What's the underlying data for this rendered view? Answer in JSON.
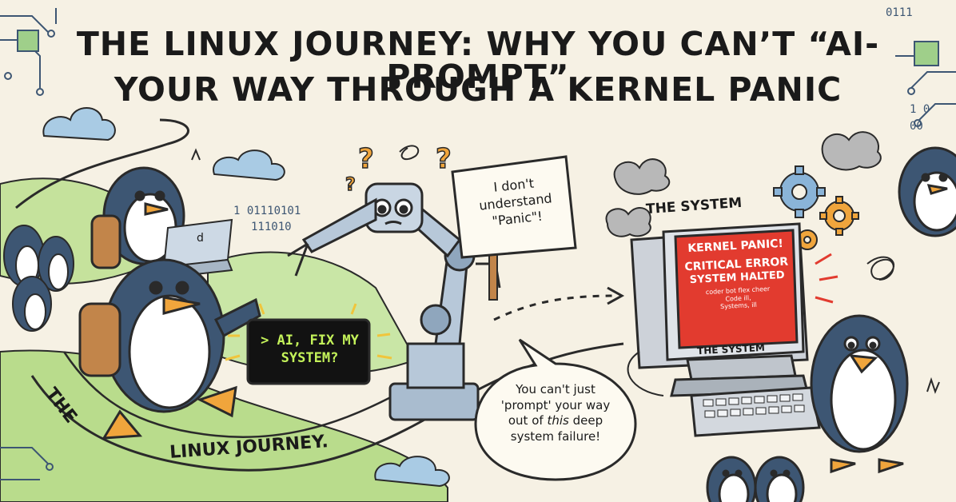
{
  "title": {
    "line1": "THE LINUX JOURNEY: WHY YOU CAN’T “AI-PROMPT”",
    "line2": "YOUR WAY THROUGH A KERNEL PANIC"
  },
  "binary_left": {
    "line1": "1 01110101",
    "line2": "111010"
  },
  "binary_corner_tr": {
    "line1": "0111",
    "line2": "1 0",
    "line3": "00"
  },
  "laptop_glyph": "d",
  "terminal": {
    "line1": "> AI, FIX MY",
    "line2": "SYSTEM?"
  },
  "robot_sign": {
    "line1": "I don't",
    "line2": "understand",
    "line3": "\"Panic\"!"
  },
  "system_label_top": "THE SYSTEM",
  "monitor_screen": {
    "line1": "KERNEL PANIC!",
    "line2": "CRITICAL ERROR",
    "line3": "SYSTEM HALTED",
    "line4": "coder bot flex cheer",
    "line5": "Code ill,",
    "line6": "Systems, ill"
  },
  "monitor_base_label": "THE SYSTEM",
  "speech_bubble": {
    "line1": "You can't just",
    "line2": "'prompt' your way",
    "line3": "out of",
    "line3_em": "this",
    "line3_tail": "deep",
    "line4": "system failure!"
  },
  "path_label": {
    "the": "THE",
    "rest": "LINUX JOURNEY."
  },
  "colors": {
    "background": "#f6f1e4",
    "grass": "#b9dc8c",
    "penguin_body": "#3d5673",
    "screen_red": "#e23b2f",
    "terminal_green": "#c4f25a"
  }
}
